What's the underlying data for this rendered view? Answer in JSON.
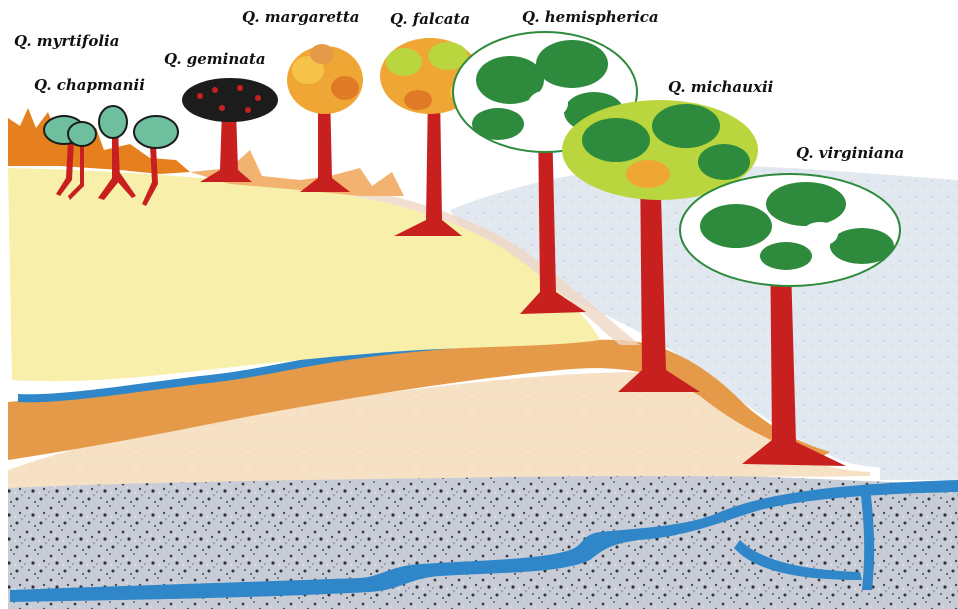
{
  "labels": {
    "myrtifolia": "Q. myrtifolia",
    "chapmanii": "Q. chapmanii",
    "geminata": "Q. geminata",
    "margaretta": "Q. margaretta",
    "falcata": "Q. falcata",
    "hemispherica": "Q. hemispherica",
    "michauxii": "Q. michauxii",
    "virginiana": "Q. virginiana"
  },
  "colors": {
    "sand": "#f7efaa",
    "clay_orange": "#e59a4a",
    "subsoil_peach": "#f8e2c6",
    "rock": "#b9bfcb",
    "water": "#2f86c8",
    "upland_soil": "#dfe6ee",
    "trunk": "#c8201e",
    "leaf_dark": "#2e8a3c",
    "leaf_light": "#b9d63e",
    "leaf_autumn": "#f0a634",
    "canopy_black": "#1c1c1c",
    "canopy_teal": "#6dbf9e",
    "scrub_orange": "#e6801f"
  }
}
